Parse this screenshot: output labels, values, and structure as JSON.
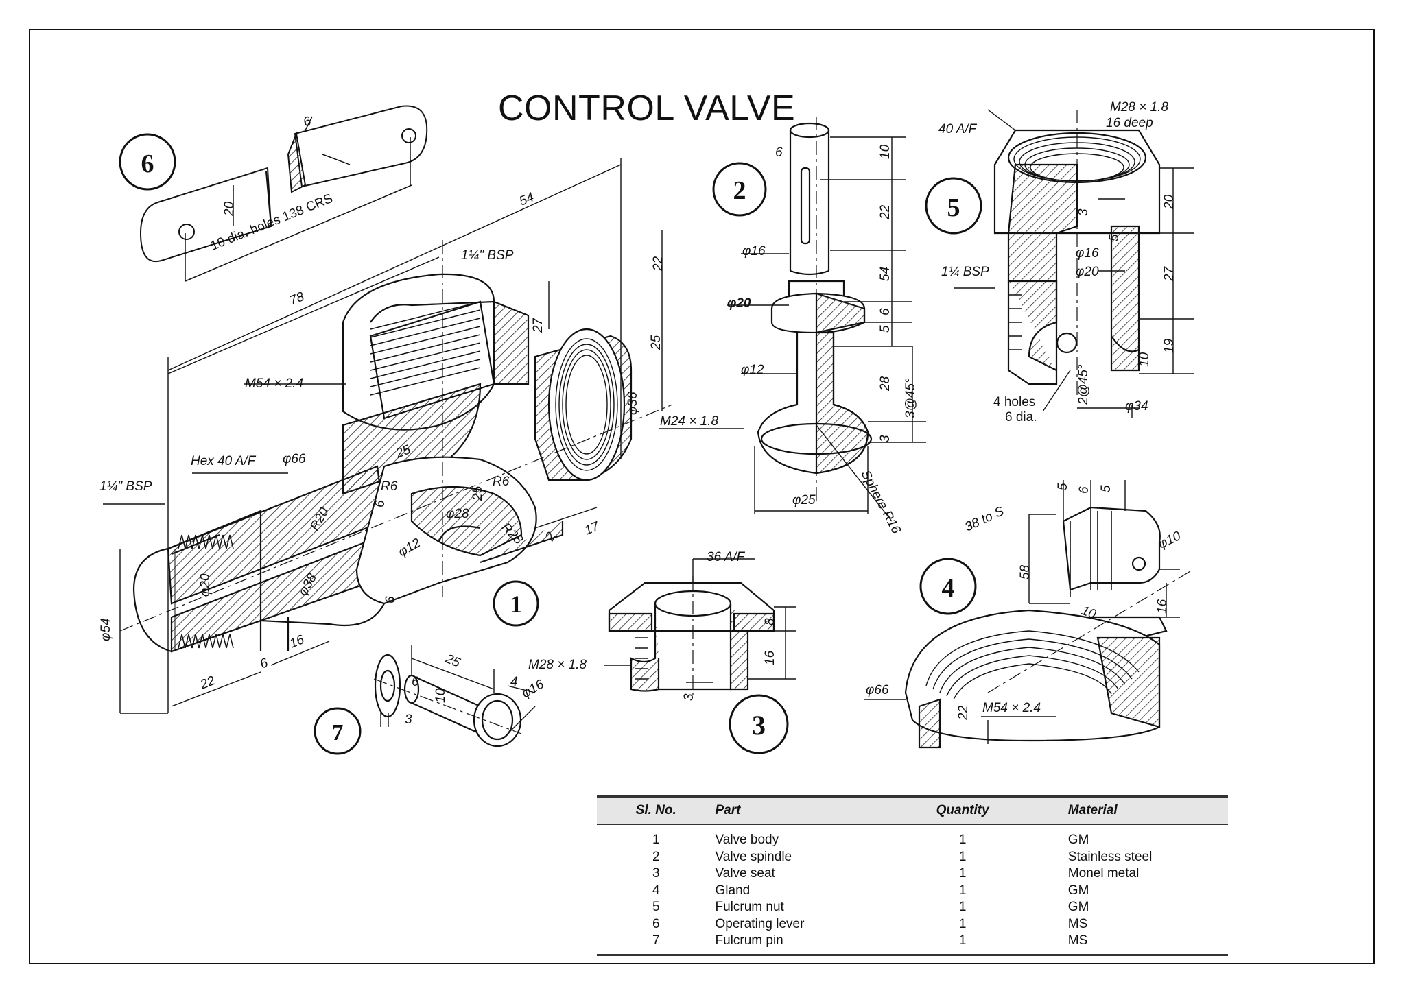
{
  "title": "CONTROL VALVE",
  "part_numbers": [
    "1",
    "2",
    "3",
    "4",
    "5",
    "6",
    "7"
  ],
  "dimensions": {
    "part1": [
      "54",
      "78",
      "1¼\" BSP",
      "22",
      "27",
      "25",
      "M54 × 2.4",
      "φ36",
      "M24 × 1.8",
      "Hex 40 A/F",
      "φ66",
      "25",
      "R6",
      "R6",
      "25",
      "φ28",
      "R28",
      "R20",
      "6",
      "φ12",
      "2",
      "17",
      "1¼\" BSP",
      "φ20",
      "φ38",
      "6",
      "φ54",
      "22",
      "6",
      "16"
    ],
    "part2": [
      "6",
      "10",
      "22",
      "φ16",
      "54",
      "φ20",
      "6",
      "5",
      "φ12",
      "28",
      "3@45°",
      "3",
      "φ25",
      "Sphere R16"
    ],
    "part3": [
      "36 A/F",
      "8",
      "16",
      "M28 × 1.8",
      "3"
    ],
    "part4": [
      "5",
      "6",
      "5",
      "38 to S",
      "φ10",
      "58",
      "10",
      "16",
      "φ66",
      "M54 × 2.4",
      "22"
    ],
    "part5": [
      "M28 × 1.8",
      "16 deep",
      "40 A/F",
      "20",
      "3",
      "5",
      "φ16",
      "φ20",
      "1¼ BSP",
      "27",
      "10",
      "19",
      "4 holes",
      "6 dia.",
      "2@45°",
      "φ34"
    ],
    "part6": [
      "6",
      "20",
      "10 dia. holes 138 CRS"
    ],
    "part7": [
      "25",
      "6",
      "10",
      "4",
      "φ16",
      "3"
    ]
  },
  "bom": {
    "headers": [
      "Sl. No.",
      "Part",
      "Quantity",
      "Material"
    ],
    "rows": [
      [
        "1",
        "Valve body",
        "1",
        "GM"
      ],
      [
        "2",
        "Valve spindle",
        "1",
        "Stainless steel"
      ],
      [
        "3",
        "Valve seat",
        "1",
        "Monel metal"
      ],
      [
        "4",
        "Gland",
        "1",
        "GM"
      ],
      [
        "5",
        "Fulcrum nut",
        "1",
        "GM"
      ],
      [
        "6",
        "Operating lever",
        "1",
        "MS"
      ],
      [
        "7",
        "Fulcrum pin",
        "1",
        "MS"
      ]
    ]
  }
}
